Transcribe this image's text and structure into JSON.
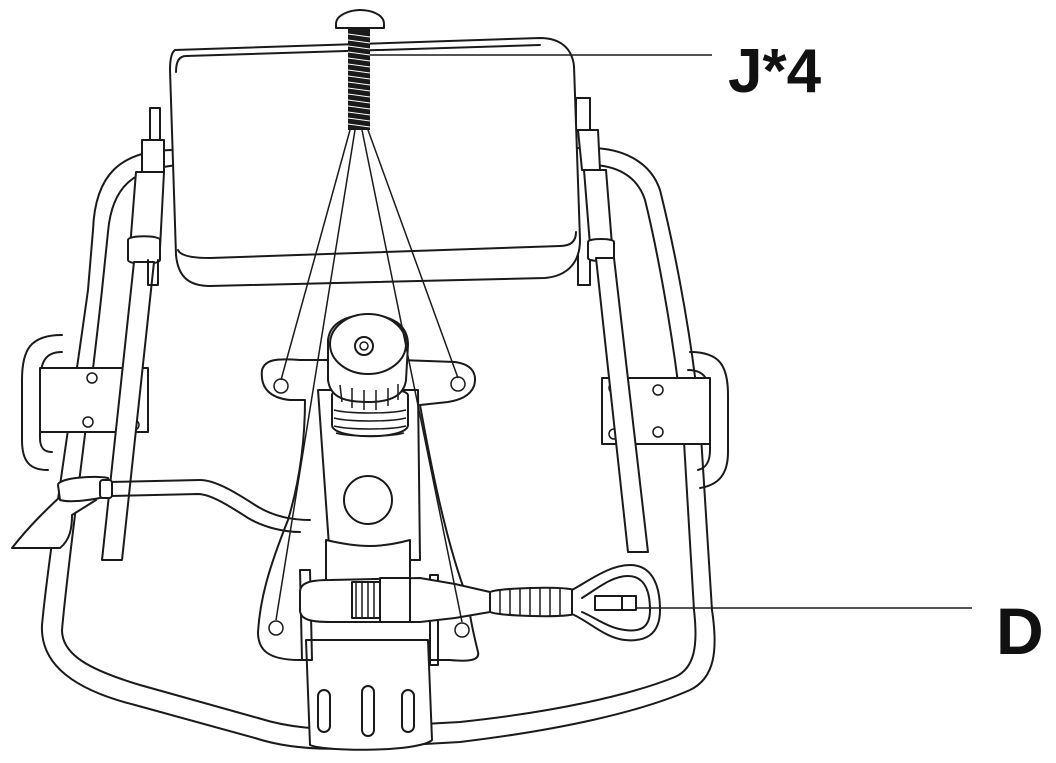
{
  "diagram": {
    "callouts": [
      {
        "id": "J",
        "label": "J*4"
      },
      {
        "id": "D",
        "label": "D"
      }
    ]
  },
  "colors": {
    "line": "#1a1a1a",
    "background": "#ffffff"
  }
}
